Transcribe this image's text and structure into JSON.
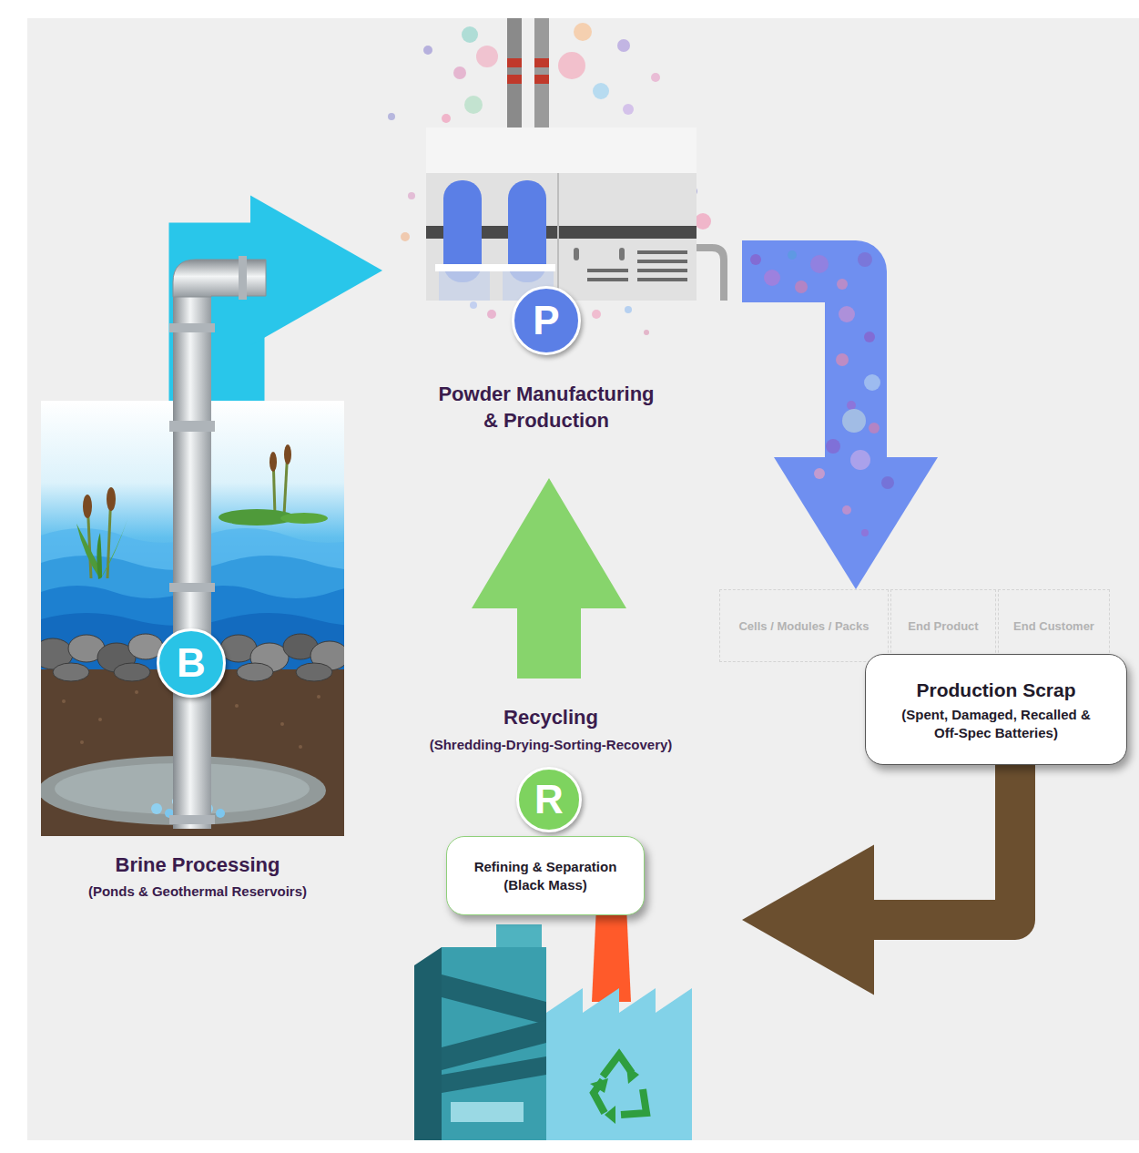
{
  "diagram": {
    "nodes": [
      {
        "text": [
          "Brine Processing",
          "(Ponds & Geothermal Reservoirs)"
        ]
      },
      {
        "text": [
          "B"
        ],
        "in": 0
      },
      {
        "text": [
          "Powder Manufacturing & Production"
        ]
      },
      {
        "text": [
          "P"
        ],
        "in": 2
      },
      {
        "text": [
          "Cells / Modules / Packs"
        ]
      },
      {
        "text": [
          "End Product"
        ]
      },
      {
        "text": [
          "End Customer"
        ]
      },
      {
        "text": [
          "Production Scrap",
          "(Spent, Damaged, Recalled & Off-Spec Batteries)"
        ]
      },
      {
        "text": [
          "Recycling",
          "(Shredding-Drying-Sorting-Recovery)"
        ]
      },
      {
        "text": [
          "R"
        ],
        "in": 8
      },
      {
        "text": [
          "Refining & Separation (Black Mass)"
        ],
        "in": 8
      }
    ],
    "edges": [
      {
        "from": 0,
        "to": 2,
        "arrow": "to"
      },
      {
        "from": 2,
        "to": 4,
        "arrow": "to"
      },
      {
        "from": 7,
        "to": 8,
        "arrow": "to"
      },
      {
        "from": 8,
        "to": 2,
        "arrow": "to"
      }
    ]
  }
}
